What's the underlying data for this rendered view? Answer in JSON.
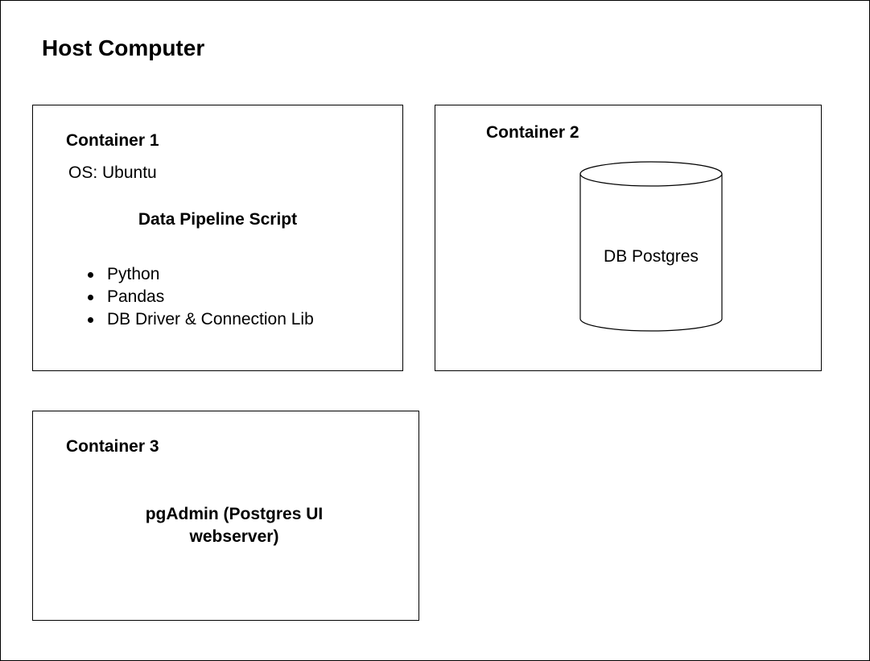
{
  "host": {
    "title": "Host Computer"
  },
  "containers": [
    {
      "title": "Container 1",
      "os": "OS: Ubuntu",
      "script_title": "Data Pipeline Script",
      "libs": [
        "Python",
        "Pandas",
        "DB Driver & Connection Lib"
      ]
    },
    {
      "title": "Container 2",
      "db_label": "DB Postgres"
    },
    {
      "title": "Container 3",
      "app_label": "pgAdmin (Postgres UI webserver)"
    }
  ],
  "colors": {
    "stroke": "#000000",
    "background": "#ffffff"
  }
}
